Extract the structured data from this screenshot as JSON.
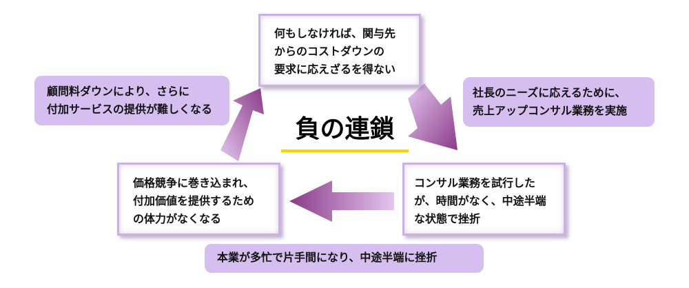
{
  "title": "負の連鎖",
  "colors": {
    "box_border": "#c9b2de",
    "note_fill": "#d6bff0",
    "arrow_light": "#d9b5e8",
    "arrow_dark": "#8b3a88",
    "title_underline": "#f2d600"
  },
  "boxes": {
    "top": [
      "何もしなければ、関与先",
      "からのコストダウンの",
      "要求に応えざるを得ない"
    ],
    "right": [
      "コンサル業務を試行した",
      "が、時間がなく、中途半端",
      "な状態で挫折"
    ],
    "left": [
      "価格競争に巻き込まれ、",
      "付加価値を提供するため",
      "の体力がなくなる"
    ]
  },
  "notes": {
    "top_left": [
      "顧問料ダウンにより、さらに",
      "付加サービスの提供が難しくなる"
    ],
    "top_right": [
      "社長のニーズに応えるために、",
      "売上アップコンサル業務を実施"
    ],
    "bottom": [
      "本業が多忙で片手間になり、中途半端に挫折"
    ]
  }
}
